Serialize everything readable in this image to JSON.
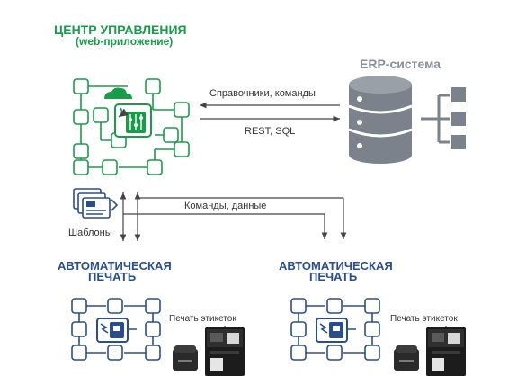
{
  "control_center": {
    "title": "ЦЕНТР УПРАВЛЕНИЯ",
    "subtitle": "(web-приложение)"
  },
  "erp": {
    "title": "ERP-система"
  },
  "connections": {
    "directories_commands": "Справочники, команды",
    "rest_sql": "REST, SQL",
    "commands_data": "Команды, данные"
  },
  "templates": {
    "label": "Шаблоны"
  },
  "print_nodes": [
    {
      "title_line1": "АВТОМАТИЧЕСКАЯ",
      "title_line2": "ПЕЧАТЬ",
      "caption": "Печать этикеток"
    },
    {
      "title_line1": "АВТОМАТИЧЕСКАЯ",
      "title_line2": "ПЕЧАТЬ",
      "caption": "Печать этикеток"
    }
  ],
  "colors": {
    "control_green": "#1a9b4b",
    "print_blue": "#2a4e8a",
    "erp_grey": "#7c828b",
    "arrow": "#444444"
  }
}
